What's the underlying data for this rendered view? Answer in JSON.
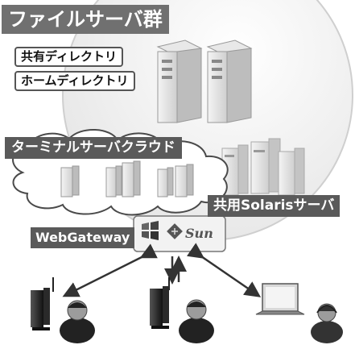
{
  "labels": {
    "file_server_group": "ファイルサーバ群",
    "shared_directory": "共有ディレクトリ",
    "home_directory": "ホームディレクトリ",
    "terminal_server_cloud": "ターミナルサーバクラウド",
    "shared_solaris_server": "共用Solarisサーバ",
    "webgateway": "WebGateway",
    "sun_logo_text": "Sun"
  }
}
